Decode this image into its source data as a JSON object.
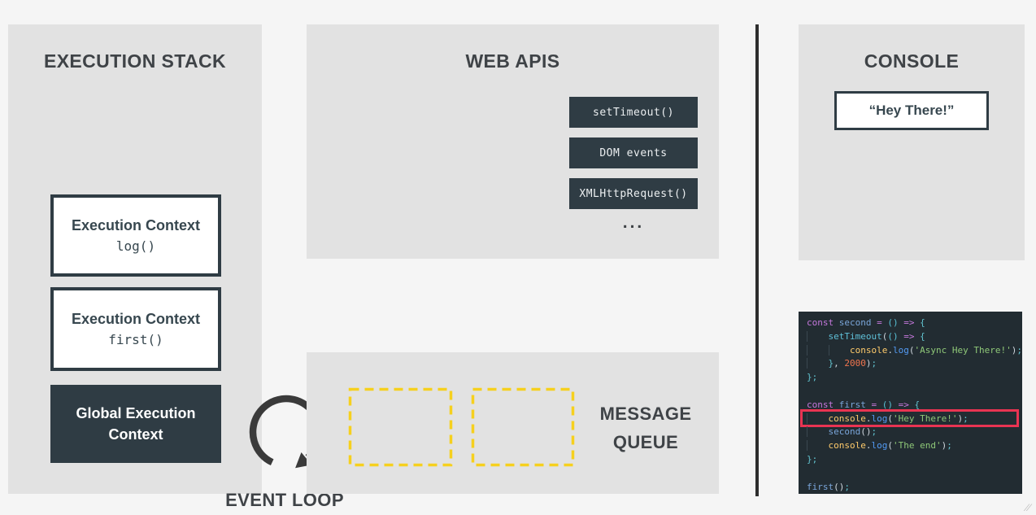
{
  "colors": {
    "page_bg": "#f5f5f5",
    "panel_bg": "#e2e2e2",
    "dark_slate": "#2f3c44",
    "queue_yellow": "#f6d01e",
    "highlight_red": "#e93452",
    "editor_bg": "#222c32",
    "heading_text": "#3f4347"
  },
  "execution_stack": {
    "title": "EXECUTION STACK",
    "boxes": [
      {
        "style": "light",
        "line1": "Execution Context",
        "line2": "log()"
      },
      {
        "style": "light",
        "line1": "Execution Context",
        "line2": "first()"
      },
      {
        "style": "dark",
        "line1": "Global Execution",
        "line2": "Context"
      }
    ]
  },
  "event_loop": {
    "label": "EVENT LOOP"
  },
  "web_apis": {
    "title": "WEB APIS",
    "items": [
      "setTimeout()",
      "DOM events",
      "XMLHttpRequest()"
    ],
    "more": "..."
  },
  "message_queue": {
    "label_line1": "MESSAGE",
    "label_line2": "QUEUE",
    "empty_slots": 2
  },
  "console_panel": {
    "title": "CONSOLE",
    "output": "“Hey There!”"
  },
  "code_editor": {
    "highlighted_line": 8,
    "lines": [
      {
        "tokens": [
          {
            "t": "const ",
            "c": "kw"
          },
          {
            "t": "second ",
            "c": "var"
          },
          {
            "t": "= ",
            "c": "op"
          },
          {
            "t": "() ",
            "c": "pr"
          },
          {
            "t": "=> ",
            "c": "op"
          },
          {
            "t": "{",
            "c": "br"
          }
        ]
      },
      {
        "tokens": [
          {
            "t": "    ",
            "c": "ind"
          },
          {
            "t": "setTimeout",
            "c": "fn2"
          },
          {
            "t": "(",
            "c": "pu"
          },
          {
            "t": "()",
            "c": "pr"
          },
          {
            "t": " ",
            "c": "pl"
          },
          {
            "t": "=> ",
            "c": "op"
          },
          {
            "t": "{",
            "c": "br"
          }
        ]
      },
      {
        "tokens": [
          {
            "t": "    ",
            "c": "ind"
          },
          {
            "t": "    ",
            "c": "ind"
          },
          {
            "t": "console",
            "c": "obj"
          },
          {
            "t": ".",
            "c": "pu"
          },
          {
            "t": "log",
            "c": "fn"
          },
          {
            "t": "(",
            "c": "pu"
          },
          {
            "t": "'Async Hey There!'",
            "c": "str"
          },
          {
            "t": ")",
            "c": "pu"
          },
          {
            "t": ";",
            "c": "br"
          }
        ]
      },
      {
        "tokens": [
          {
            "t": "    ",
            "c": "ind"
          },
          {
            "t": "}",
            "c": "br"
          },
          {
            "t": ", ",
            "c": "pu"
          },
          {
            "t": "2000",
            "c": "num"
          },
          {
            "t": ")",
            "c": "pu"
          },
          {
            "t": ";",
            "c": "br"
          }
        ]
      },
      {
        "tokens": [
          {
            "t": "};",
            "c": "br"
          }
        ]
      },
      {
        "tokens": []
      },
      {
        "tokens": [
          {
            "t": "const ",
            "c": "kw"
          },
          {
            "t": "first ",
            "c": "var"
          },
          {
            "t": "= ",
            "c": "op"
          },
          {
            "t": "() ",
            "c": "pr"
          },
          {
            "t": "=> ",
            "c": "op"
          },
          {
            "t": "{",
            "c": "br"
          }
        ]
      },
      {
        "hl": true,
        "tokens": [
          {
            "t": "    ",
            "c": "ind"
          },
          {
            "t": "console",
            "c": "obj"
          },
          {
            "t": ".",
            "c": "pu"
          },
          {
            "t": "log",
            "c": "fn"
          },
          {
            "t": "(",
            "c": "pu"
          },
          {
            "t": "'Hey There!'",
            "c": "str"
          },
          {
            "t": ")",
            "c": "pu"
          },
          {
            "t": ";",
            "c": "br"
          }
        ]
      },
      {
        "tokens": [
          {
            "t": "    ",
            "c": "ind"
          },
          {
            "t": "second",
            "c": "var"
          },
          {
            "t": "()",
            "c": "pu"
          },
          {
            "t": ";",
            "c": "br"
          }
        ]
      },
      {
        "tokens": [
          {
            "t": "    ",
            "c": "ind"
          },
          {
            "t": "console",
            "c": "obj"
          },
          {
            "t": ".",
            "c": "pu"
          },
          {
            "t": "log",
            "c": "fn"
          },
          {
            "t": "(",
            "c": "pu"
          },
          {
            "t": "'The end'",
            "c": "str"
          },
          {
            "t": ")",
            "c": "pu"
          },
          {
            "t": ";",
            "c": "br"
          }
        ]
      },
      {
        "tokens": [
          {
            "t": "};",
            "c": "br"
          }
        ]
      },
      {
        "tokens": []
      },
      {
        "tokens": [
          {
            "t": "first",
            "c": "var"
          },
          {
            "t": "()",
            "c": "pu"
          },
          {
            "t": ";",
            "c": "br"
          }
        ]
      }
    ]
  },
  "watermark": "⁄⁄"
}
